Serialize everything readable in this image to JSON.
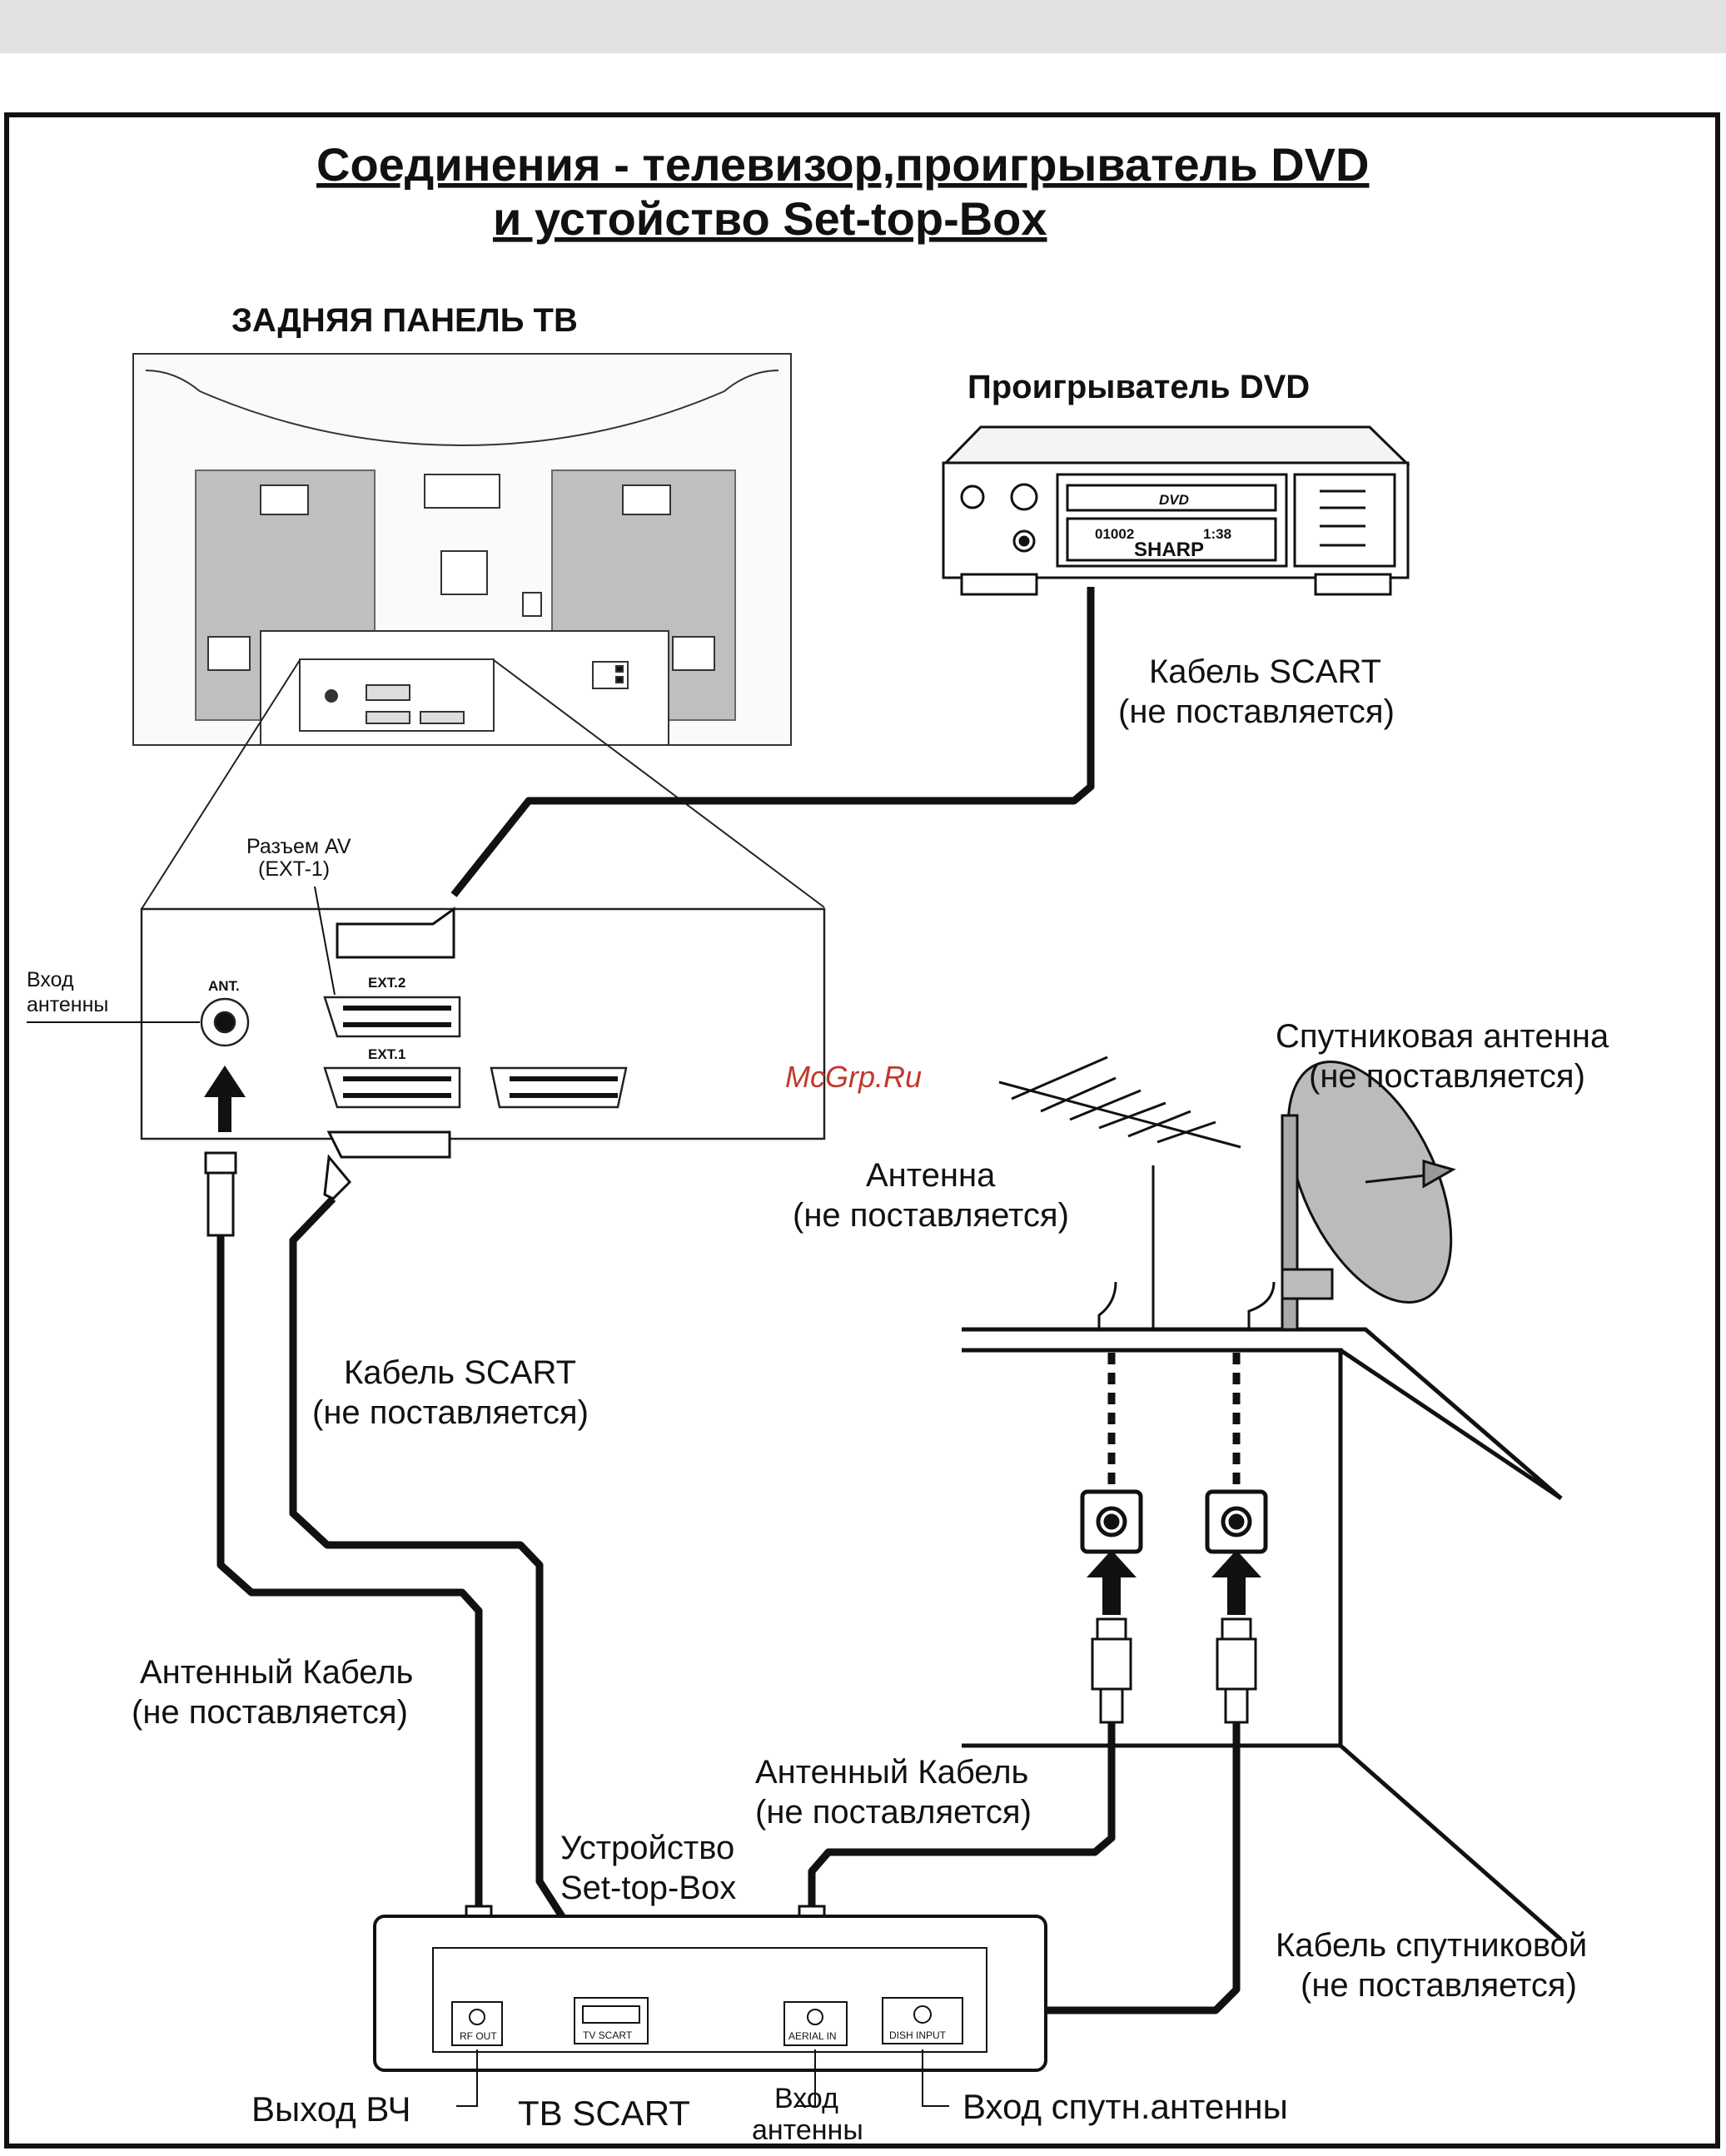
{
  "title": {
    "line1": "Соединения - телевизор,проигрыватель DVD",
    "line2": "и устойство Set-top-Box"
  },
  "tv_back": {
    "heading": "ЗАДНЯЯ ПАНЕЛЬ ТВ"
  },
  "dvd": {
    "heading": "Проигрыватель DVD",
    "brand": "SHARP",
    "disc_logo": "DVD",
    "display_left": "01002",
    "display_right": "1:38"
  },
  "panel": {
    "av_label_line1": "Разъем AV",
    "av_label_line2": "(EXT-1)",
    "ant_input_line1": "Вход",
    "ant_input_line2": "антенны",
    "ant_port": "ANT.",
    "ext2": "EXT.2",
    "ext1": "EXT.1"
  },
  "cables": {
    "scart_dvd_line1": "Кабель SCART",
    "scart_dvd_line2": "(не поставляется)",
    "scart_stb_line1": "Кабель SCART",
    "scart_stb_line2": "(не поставляется)",
    "antenna_tv_line1": "Антенный Кабель",
    "antenna_tv_line2": "(не поставляется)",
    "antenna_stb_line1": "Антенный Кабель",
    "antenna_stb_line2": "(не поставляется)",
    "sat_line1": "Кабель спутниковой",
    "sat_line2": "(не поставляется)"
  },
  "outdoor": {
    "sat_line1": "Спутниковая антенна",
    "sat_line2": "(не поставляется)",
    "ant_line1": "Антенна",
    "ant_line2": "(не поставляется)"
  },
  "watermark": "McGrp.Ru",
  "stb": {
    "label_line1": "Устройство",
    "label_line2": "Set-top-Box",
    "port_rf": "RF OUT",
    "port_scart": "TV SCART",
    "port_aerial": "AERIAL IN",
    "port_dish": "DISH INPUT"
  },
  "bottom_labels": {
    "rf_out": "Выход ВЧ",
    "tv_scart": "ТВ SCART",
    "ant_in_line1": "Вход",
    "ant_in_line2": "антенны",
    "sat_in": "Вход  спутн.антенны"
  }
}
